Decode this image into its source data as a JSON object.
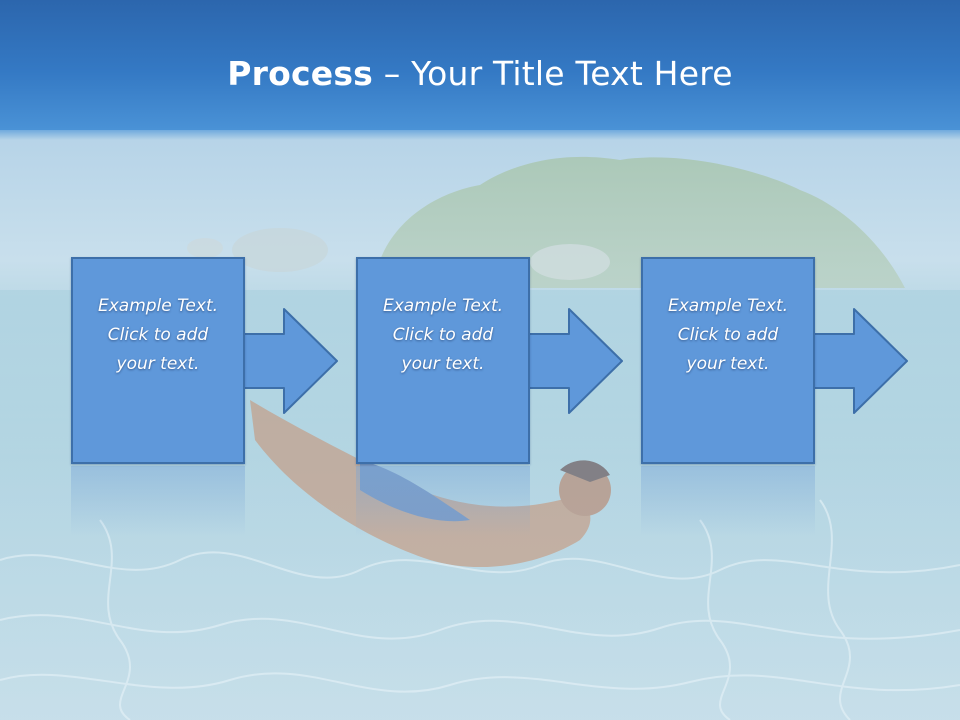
{
  "slide": {
    "title_bold": "Process",
    "title_rest": " – Your Title Text Here"
  },
  "steps": [
    {
      "line1": "Example Text.",
      "line2": "Click  to add",
      "line3": "your text."
    },
    {
      "line1": "Example Text.",
      "line2": "Click  to add",
      "line3": "your text."
    },
    {
      "line1": "Example Text.",
      "line2": "Click  to add",
      "line3": "your text."
    }
  ],
  "colors": {
    "title_band": "#3479c4",
    "box_fill": "#5f98da",
    "box_border": "#3d6fa9",
    "text": "#ffffff"
  }
}
